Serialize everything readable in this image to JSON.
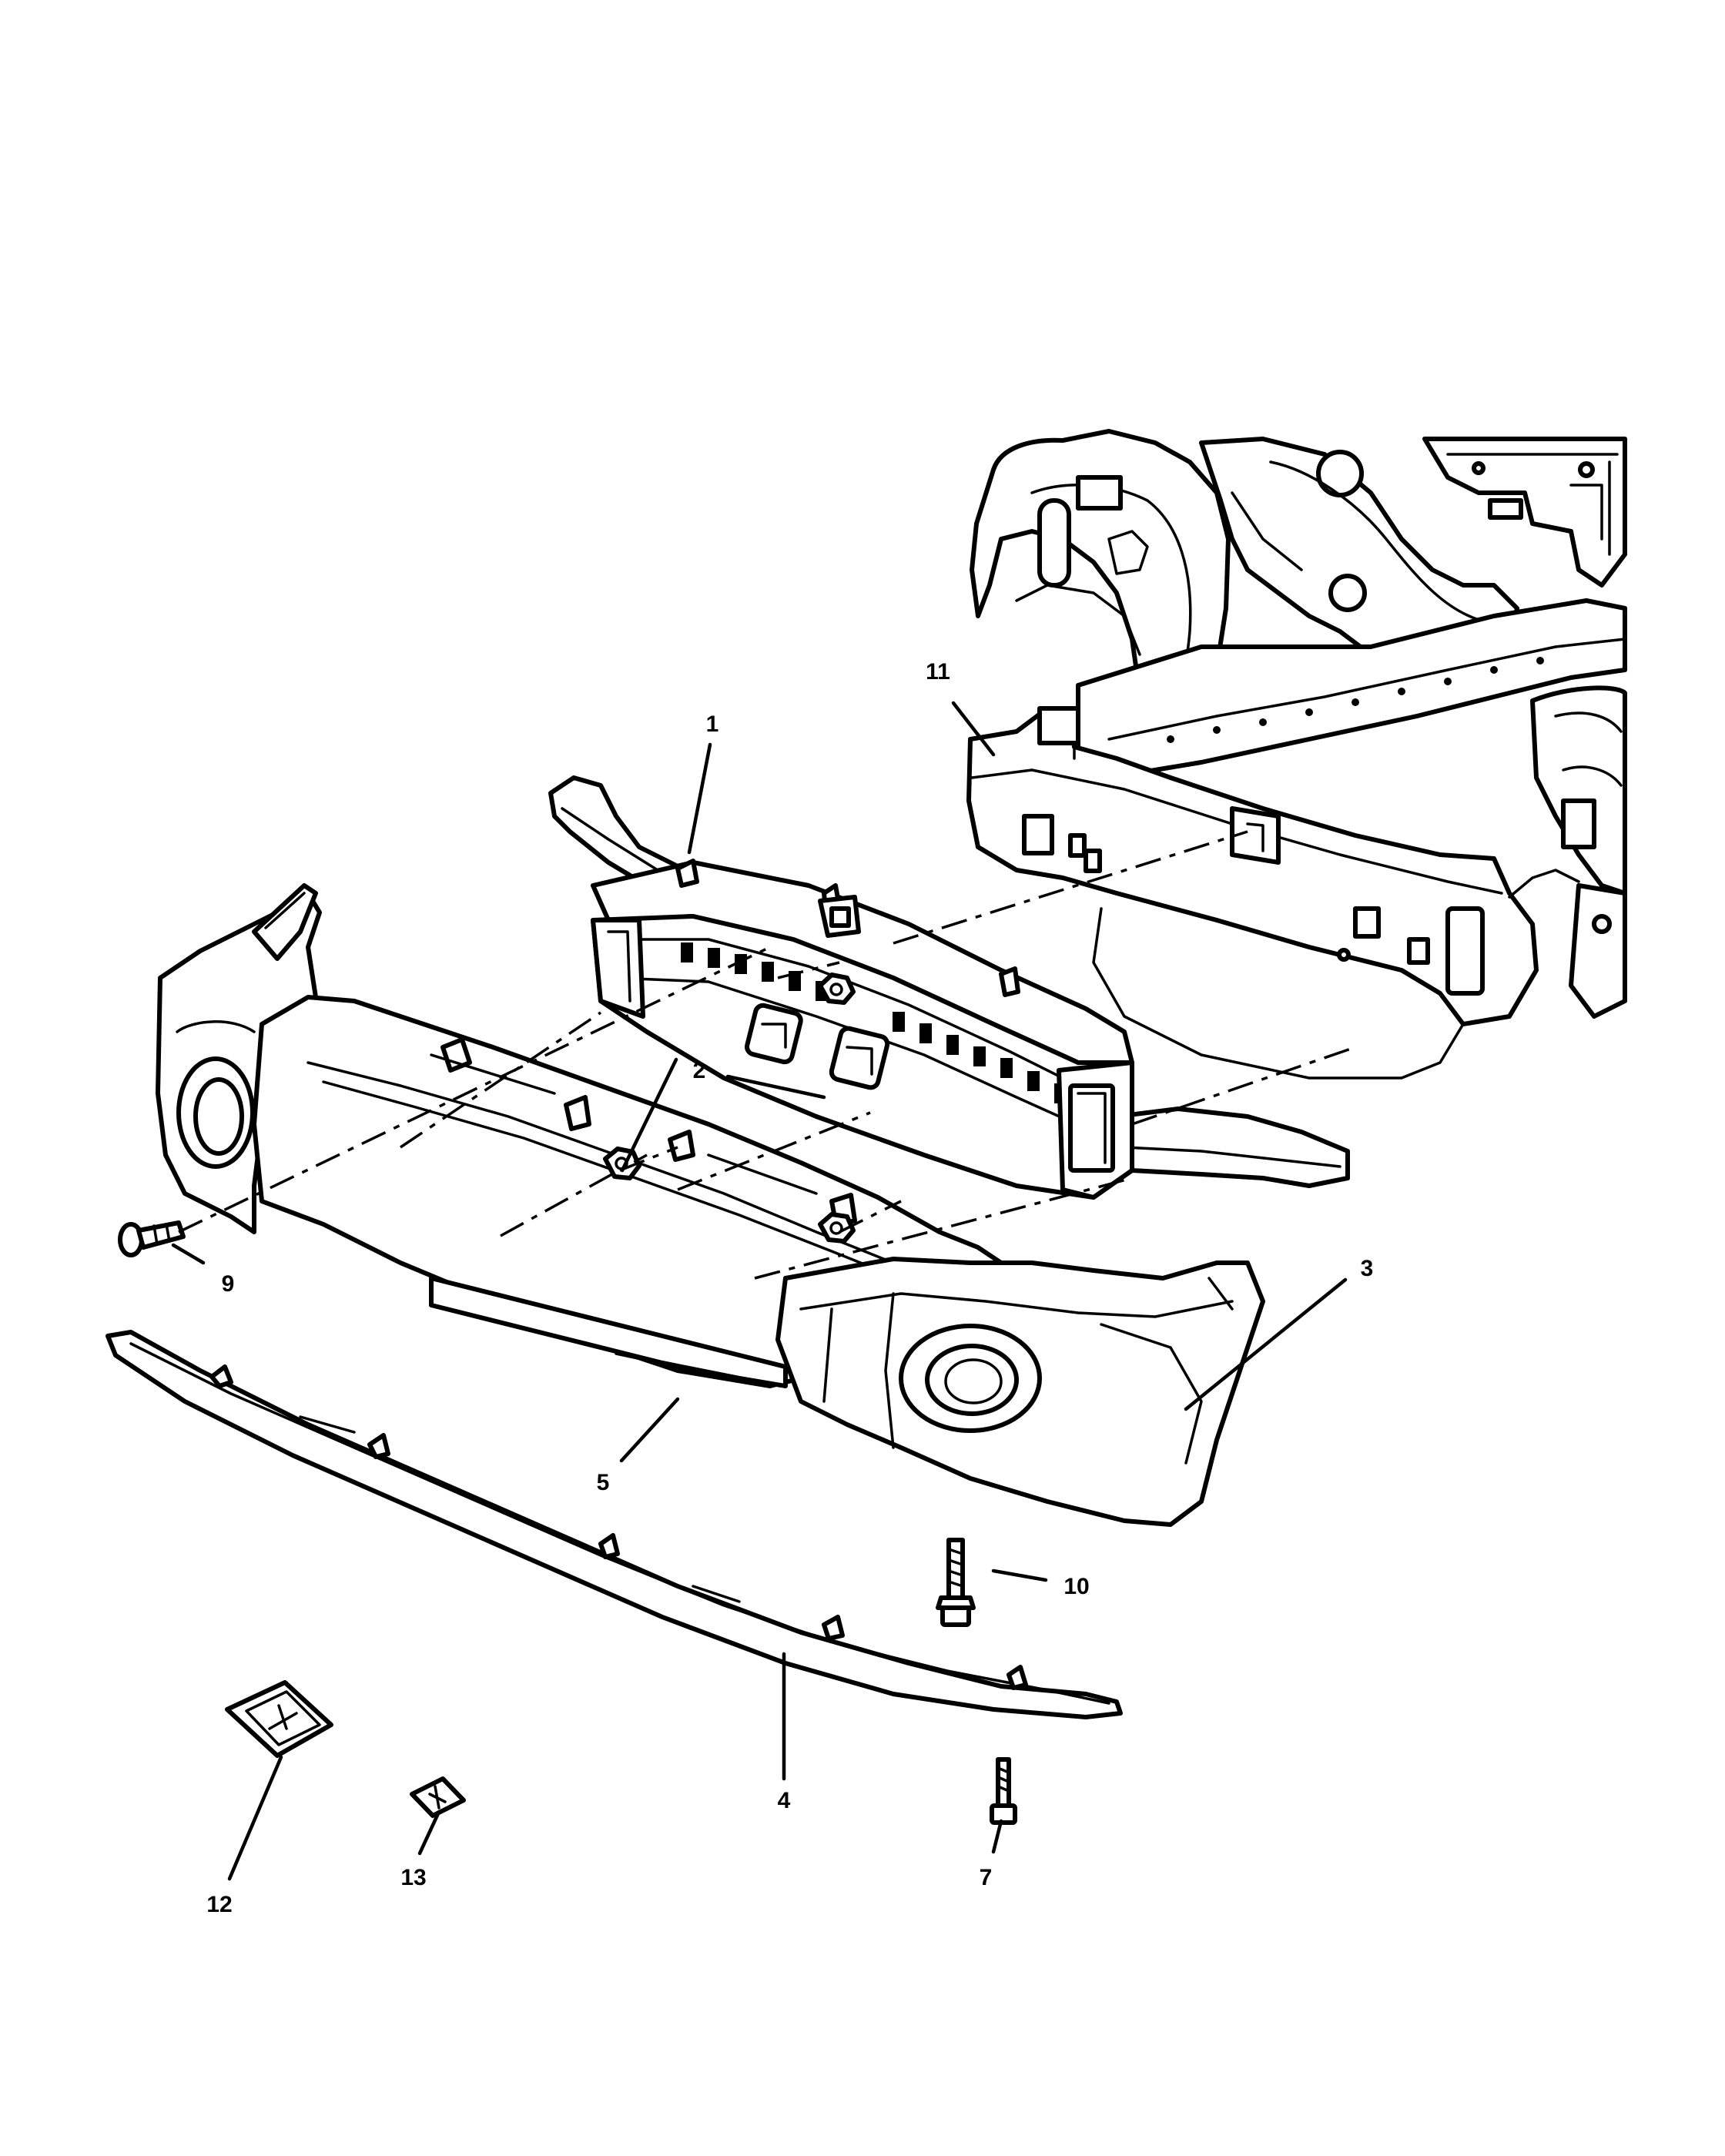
{
  "callouts": [
    {
      "id": "1",
      "label": "1"
    },
    {
      "id": "2",
      "label": "2"
    },
    {
      "id": "3",
      "label": "3"
    },
    {
      "id": "4",
      "label": "4"
    },
    {
      "id": "5",
      "label": "5"
    },
    {
      "id": "7",
      "label": "7"
    },
    {
      "id": "9",
      "label": "9"
    },
    {
      "id": "10",
      "label": "10"
    },
    {
      "id": "11",
      "label": "11"
    },
    {
      "id": "12",
      "label": "12"
    },
    {
      "id": "13",
      "label": "13"
    }
  ]
}
